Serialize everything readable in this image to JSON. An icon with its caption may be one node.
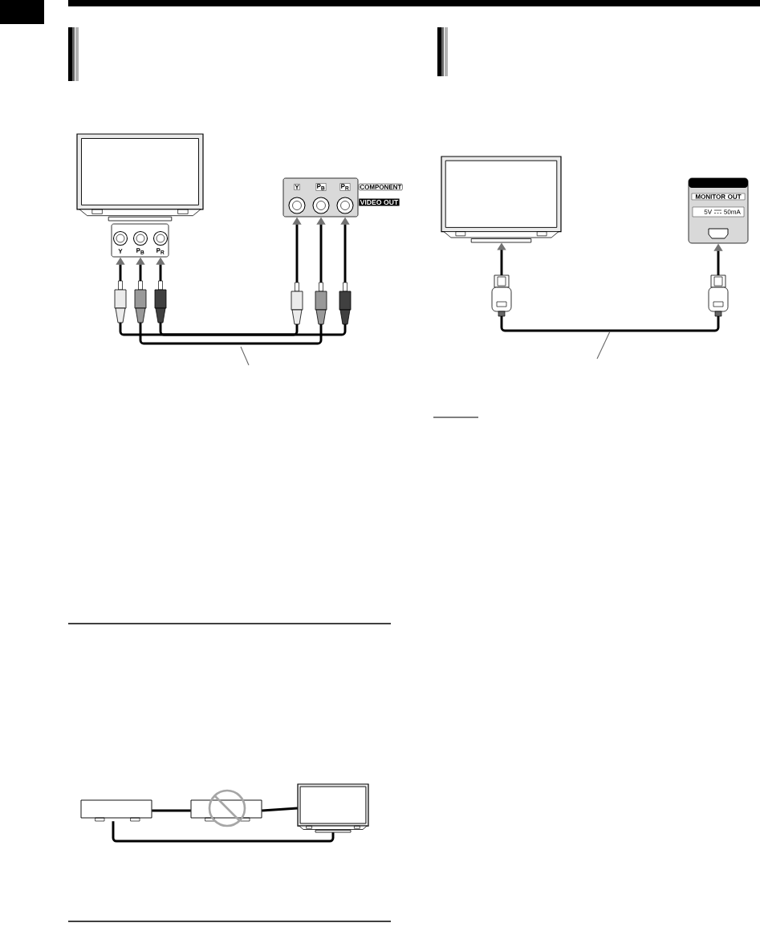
{
  "diagram": {
    "nodes": [
      {
        "text": [],
        "shape": "picture"
      },
      {
        "text": [
          "Y",
          "P$_{B}$",
          "P$_{R}$"
        ]
      },
      {
        "text": [
          "Y",
          "P$_{B}$",
          "P$_{R}$",
          "COMPONENT",
          "VIDEO OUT"
        ]
      },
      {
        "text": [],
        "shape": "picture"
      },
      {
        "text": [
          "MONITOR OUT",
          "5V",
          "50mA"
        ]
      },
      {
        "text": [],
        "shape": "box"
      },
      {
        "text": [],
        "shape": "box"
      },
      {
        "text": [],
        "shape": "picture"
      }
    ],
    "edges": [
      {
        "from": 2,
        "to": 1,
        "arrow": "both"
      },
      {
        "from": 2,
        "to": 1,
        "arrow": "both"
      },
      {
        "from": 2,
        "to": 1,
        "arrow": "both"
      },
      {
        "from": 4,
        "to": 3,
        "arrow": "both"
      },
      {
        "from": 5,
        "to": 6,
        "arrow": "none"
      },
      {
        "from": 6,
        "to": 7,
        "arrow": "none"
      },
      {
        "from": 5,
        "to": 7,
        "arrow": "none"
      }
    ]
  }
}
